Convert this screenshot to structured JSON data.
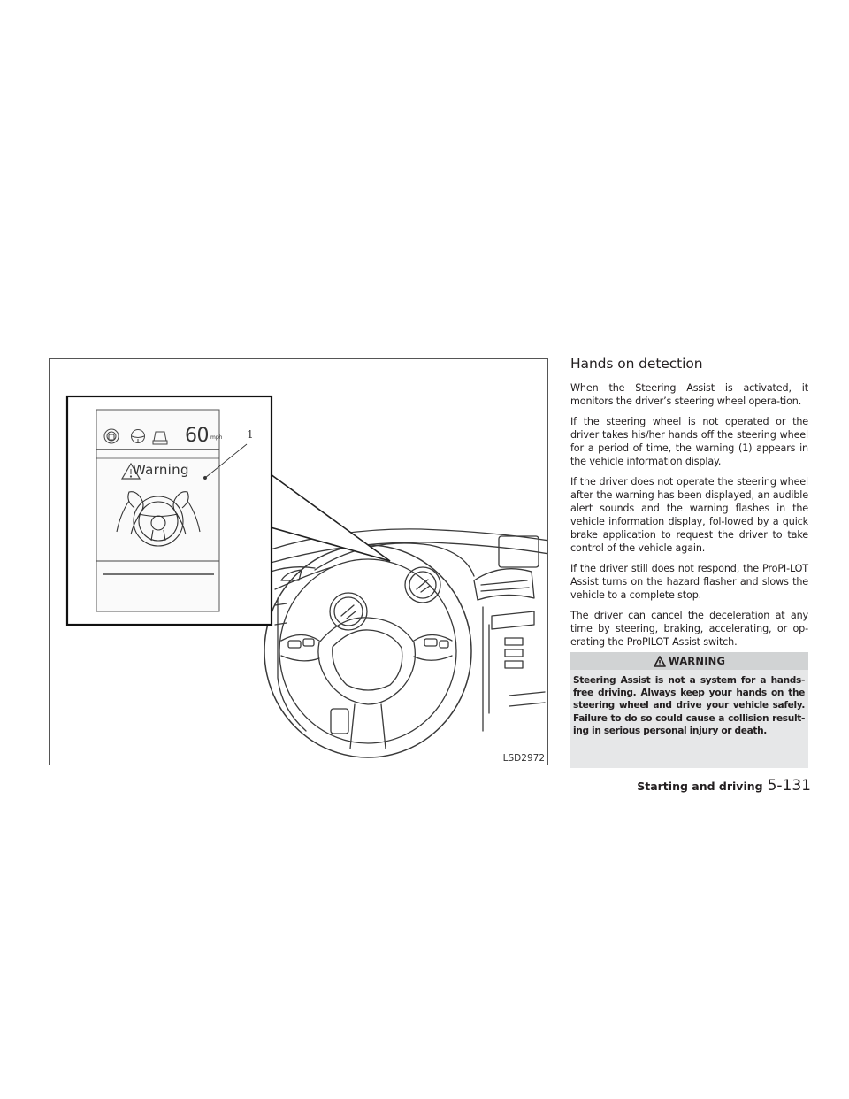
{
  "figure": {
    "code": "LSD2972",
    "callout_number": "1",
    "display_warning_text": "Warning",
    "display_speed": "60",
    "display_speed_unit": "mph",
    "icons": [
      "steering-assist-icon",
      "steering-wheel-icon",
      "lead-vehicle-icon",
      "warning-triangle-icon",
      "hands-on-wheel-icon"
    ]
  },
  "section": {
    "title": "Hands on detection",
    "paragraphs": [
      "When the Steering Assist is activated, it monitors the driver’s steering wheel opera-tion.",
      "If the steering wheel is not operated or the driver takes his/her hands off the steering wheel for a period of time, the warning (1) appears in the vehicle information display.",
      "If the driver does not operate the steering wheel after the warning has been displayed, an audible alert sounds and the warning flashes in the vehicle information display, fol-lowed by a quick brake application to request the driver to take control of the vehicle again.",
      "If the driver still does not respond, the ProPI-LOT Assist turns on the hazard flasher and slows the vehicle to a complete stop.",
      "The driver can cancel the deceleration at any time by steering, braking, accelerating, or op-erating the ProPILOT Assist switch."
    ]
  },
  "warning": {
    "heading": "WARNING",
    "body": "Steering Assist is not a system for a hands-free driving. Always keep your hands on the steering wheel and drive your vehicle safely. Failure to do so could cause a collision result-ing in serious personal injury or death."
  },
  "footer": {
    "section_name": "Starting and driving",
    "page_number": "5-131"
  },
  "colors": {
    "text": "#231f20",
    "warning_bg": "#e6e7e8",
    "warning_header_bg": "#d1d3d4"
  }
}
